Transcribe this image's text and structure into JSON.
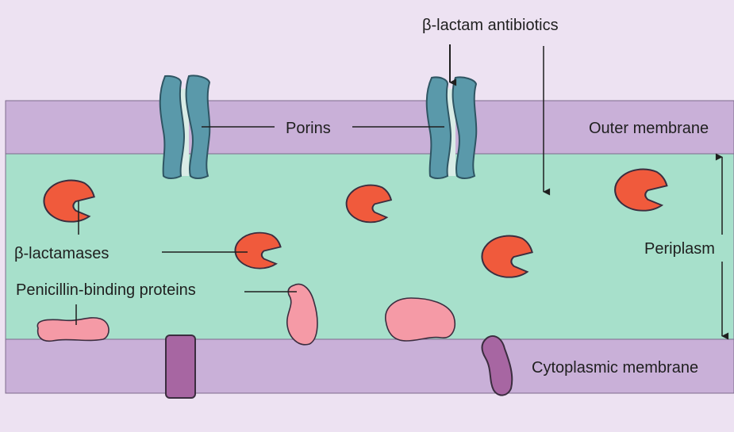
{
  "labels": {
    "antibiotics": "β-lactam antibiotics",
    "porins": "Porins",
    "outer_membrane": "Outer membrane",
    "beta_lactamases": "β-lactamases",
    "periplasm": "Periplasm",
    "pbp": "Penicillin-binding proteins",
    "cytoplasmic_membrane": "Cytoplasmic membrane"
  },
  "colors": {
    "background": "#ede2f2",
    "membrane": "#c9b0d8",
    "periplasm": "#a7e0cb",
    "porin": "#5a99aa",
    "beta_lactamase": "#f05a3c",
    "pbp": "#f59aa6",
    "membrane_protein": "#a766a2",
    "outline": "#3b2d3f"
  },
  "icons": {
    "porin": "porin-channel-icon",
    "beta_lactamase": "pacman-enzyme-icon",
    "pbp": "bean-protein-icon",
    "membrane_protein": "transmembrane-protein-icon"
  }
}
